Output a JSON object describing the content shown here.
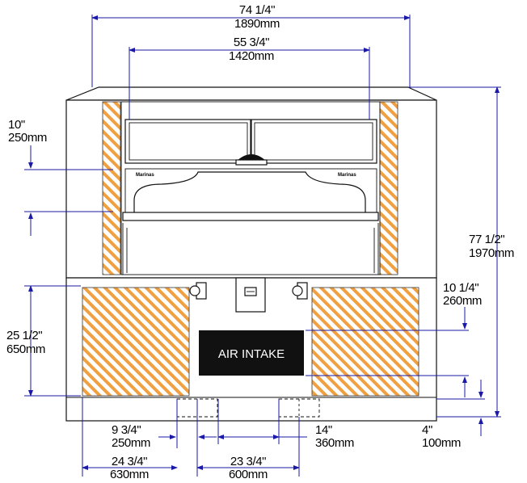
{
  "dimensions": {
    "overall_width": {
      "in": "74 1/4\"",
      "mm": "1890mm"
    },
    "opening_width": {
      "in": "55 3/4\"",
      "mm": "1420mm"
    },
    "top_height": {
      "in": "10\"",
      "mm": "250mm"
    },
    "overall_height": {
      "in": "77 1/2\"",
      "mm": "1970mm"
    },
    "intake_offset": {
      "in": "10 1/4\"",
      "mm": "260mm"
    },
    "base_height": {
      "in": "25 1/2\"",
      "mm": "650mm"
    },
    "leg_width": {
      "in": "9 3/4\"",
      "mm": "250mm"
    },
    "leg_spacing": {
      "in": "14\"",
      "mm": "360mm"
    },
    "foot_height": {
      "in": "4\"",
      "mm": "100mm"
    },
    "left_section": {
      "in": "24 3/4\"",
      "mm": "630mm"
    },
    "center_section": {
      "in": "23 3/4\"",
      "mm": "600mm"
    }
  },
  "labels": {
    "air_intake": "AIR INTAKE"
  },
  "colors": {
    "hatch": "#f0a040",
    "dimension_line": "#1a1aa6"
  }
}
